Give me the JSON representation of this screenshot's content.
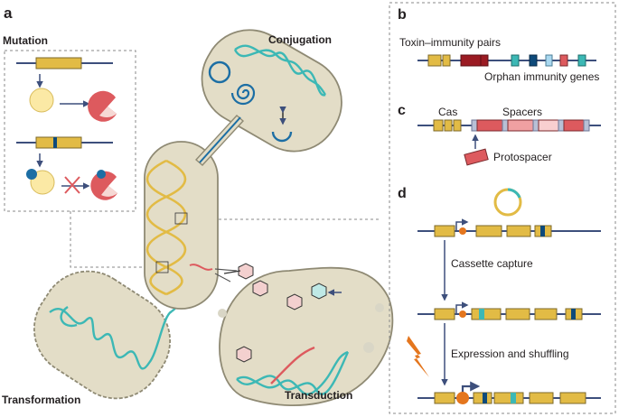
{
  "panels": {
    "a": "a",
    "b": "b",
    "c": "c",
    "d": "d"
  },
  "panel_a": {
    "mutation": "Mutation",
    "conjugation": "Conjugation",
    "transformation": "Transformation",
    "transduction": "Transduction"
  },
  "panel_b": {
    "toxin_immunity_pairs": "Toxin–immunity pairs",
    "orphan_immunity_genes": "Orphan immunity genes"
  },
  "panel_c": {
    "cas": "Cas",
    "spacers": "Spacers",
    "protospacer": "Protospacer"
  },
  "panel_d": {
    "cassette_capture": "Cassette capture",
    "expression_and_shuffling": "Expression and shuffling"
  },
  "colors": {
    "cell_fill": "#e3ddc7",
    "cell_stroke": "#8f8a74",
    "gene_yellow": "#e2bb45",
    "dna_blue": "#2a7ab3",
    "dna_teal": "#3cb8b5",
    "toxin_red": "#dd5a5e",
    "dark_red": "#9b1b23",
    "promoter_orange": "#e4761e"
  }
}
